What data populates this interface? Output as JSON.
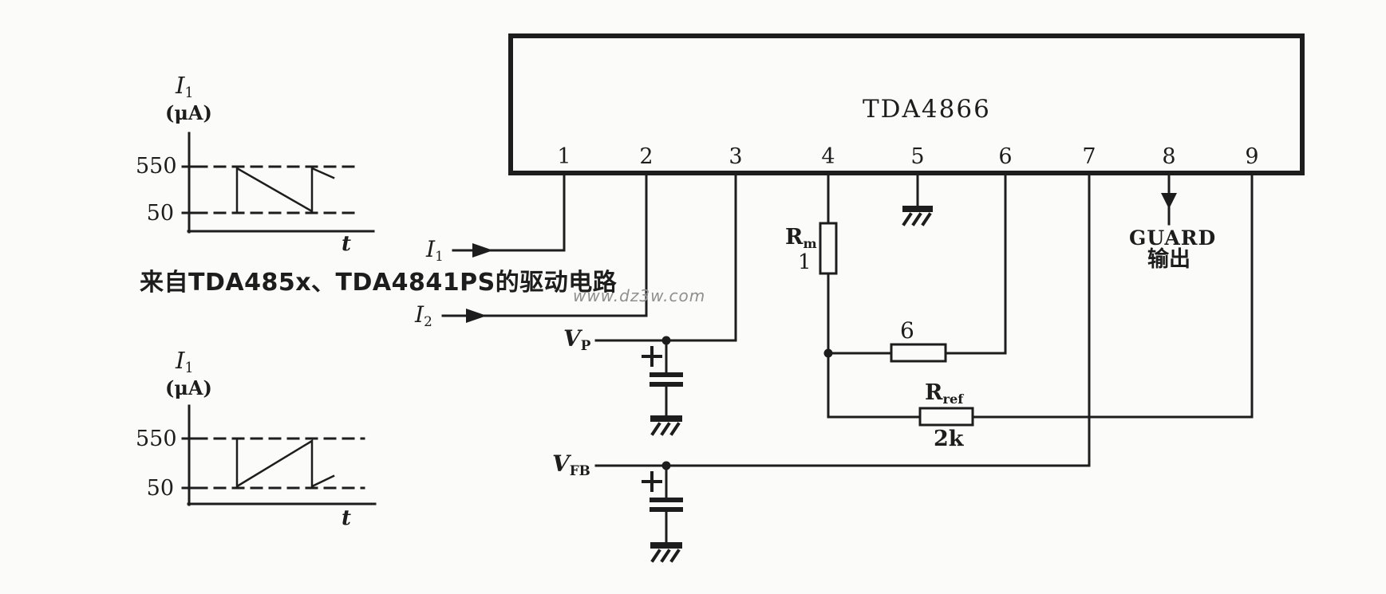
{
  "watermark": "www.dz3w.com",
  "note": "来自TDA485x、TDA4841PS的驱动电路",
  "ic": {
    "title": "TDA4866",
    "pins": [
      "1",
      "2",
      "3",
      "4",
      "5",
      "6",
      "7",
      "8",
      "9"
    ]
  },
  "inputs": {
    "i1": {
      "base": "I",
      "sub": "1"
    },
    "i2": {
      "base": "I",
      "sub": "2"
    }
  },
  "rails": {
    "vp": {
      "base": "V",
      "sub": "P"
    },
    "vfb": {
      "base": "V",
      "sub": "FB"
    }
  },
  "components": {
    "rm": {
      "base": "R",
      "sub": "m",
      "value": "1"
    },
    "r6": {
      "value": "6"
    },
    "rref": {
      "base": "R",
      "sub": "ref",
      "value": "2k"
    },
    "guard": {
      "line1": "GUARD",
      "line2": "输出"
    }
  },
  "graphs": {
    "top": {
      "ylabel_base": "I",
      "ylabel_sub": "1",
      "yunit": "(μA)",
      "level_high": "550",
      "level_low": "50",
      "xlabel": "t",
      "waveform": "falling sawtooth between 550 and 50 µA"
    },
    "bottom": {
      "ylabel_base": "I",
      "ylabel_sub": "1",
      "yunit": "(μA)",
      "level_high": "550",
      "level_low": "50",
      "xlabel": "t",
      "waveform": "rising sawtooth between 50 and 550 µA"
    }
  },
  "colors": {
    "ink": "#1d1d1d",
    "paper": "#fbfbfa",
    "watermark": "#8f8f8f"
  }
}
